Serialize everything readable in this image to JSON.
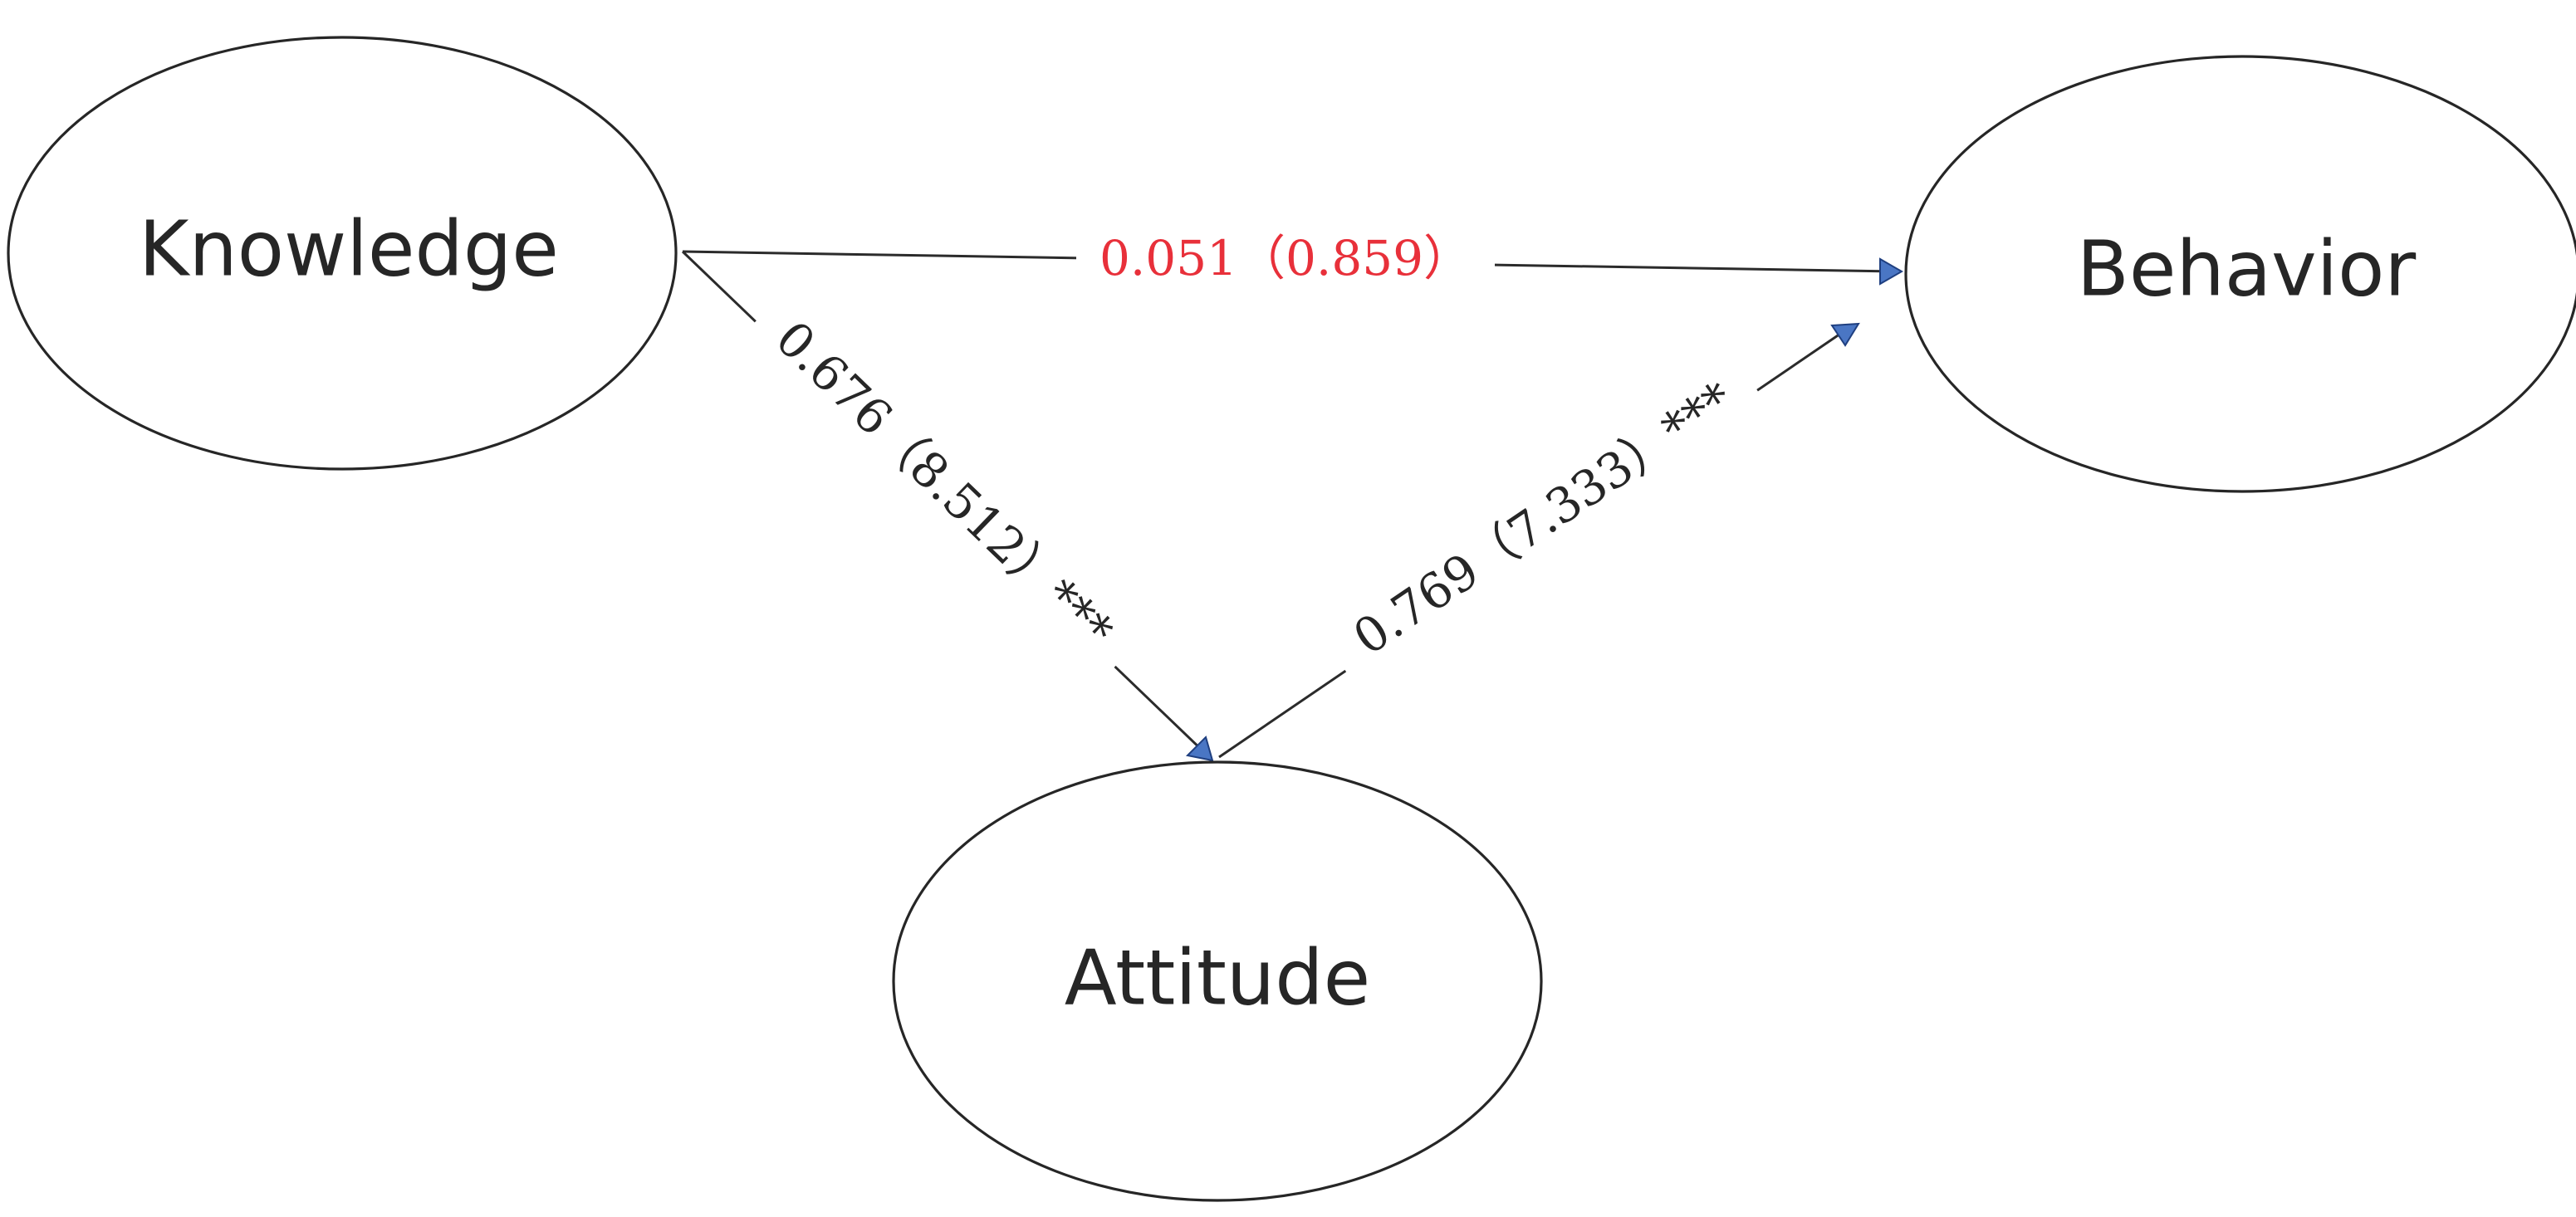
{
  "nodes": {
    "knowledge": {
      "label": "Knowledge"
    },
    "behavior": {
      "label": "Behavior"
    },
    "attitude": {
      "label": "Attitude"
    }
  },
  "paths": {
    "knowledge_behavior": {
      "label": "0.051（0.859）",
      "color": "#e8303a"
    },
    "knowledge_attitude": {
      "label": "0.676（8.512）***",
      "color": "#262626"
    },
    "attitude_behavior": {
      "label": "0.769（7.333）***",
      "color": "#262626"
    }
  },
  "colors": {
    "arrow_head": "#4a76c4",
    "stroke": "#262626"
  }
}
